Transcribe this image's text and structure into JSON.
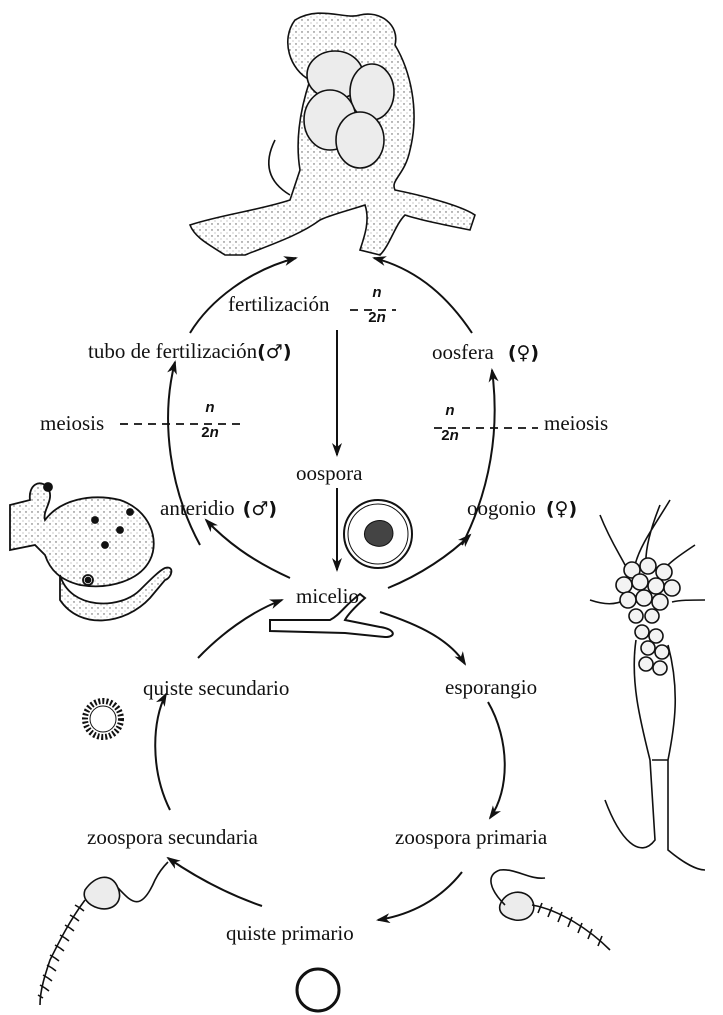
{
  "labels": {
    "fertilizacion": "fertilización",
    "tubo": "tubo de fertilización",
    "oosfera": "oosfera",
    "meiosis_left": "meiosis",
    "meiosis_right": "meiosis",
    "oospora": "oospora",
    "anteridio": "anteridio",
    "oogonio": "oogonio",
    "micelio": "micelio",
    "quiste_secundario": "quiste secundario",
    "esporangio": "esporangio",
    "zoospora_secundaria": "zoospora secundaria",
    "zoospora_primaria": "zoospora primaria",
    "quiste_primario": "quiste primario"
  },
  "symbols": {
    "male": "(♂)",
    "female": "(♀)"
  },
  "ploidy": {
    "haploid": "n",
    "diploid_num": "2",
    "diploid_var": "n"
  },
  "colors": {
    "ink": "#111111",
    "paper": "#ffffff",
    "cell_shade": "#ececec"
  }
}
